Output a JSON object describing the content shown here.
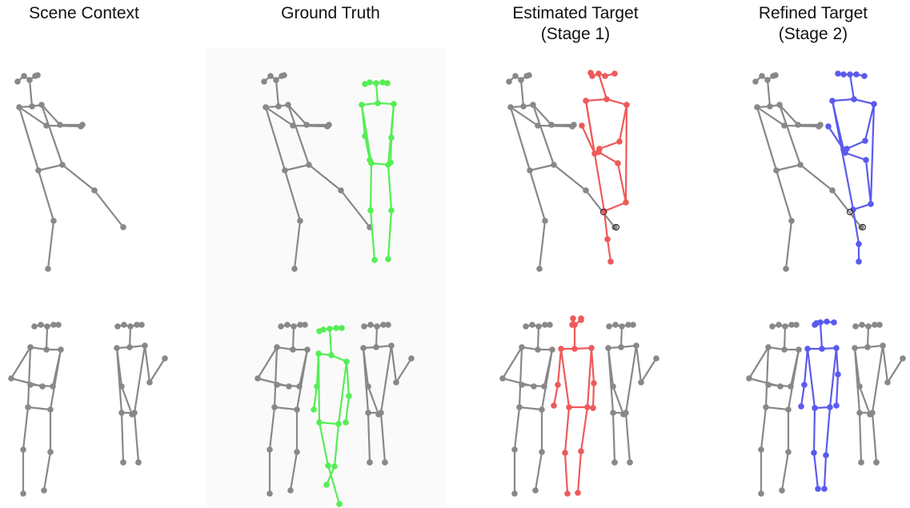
{
  "columns": [
    {
      "title_line1": "Scene Context",
      "title_line2": ""
    },
    {
      "title_line1": "Ground Truth",
      "title_line2": ""
    },
    {
      "title_line1": "Estimated Target",
      "title_line2": "(Stage 1)"
    },
    {
      "title_line1": "Refined Target",
      "title_line2": "(Stage 2)"
    }
  ],
  "colors": {
    "context": "#888888",
    "ground_truth": "#55ee55",
    "estimated": "#ee5a5a",
    "refined": "#5a5aee",
    "panel_background": "#fafafa"
  }
}
